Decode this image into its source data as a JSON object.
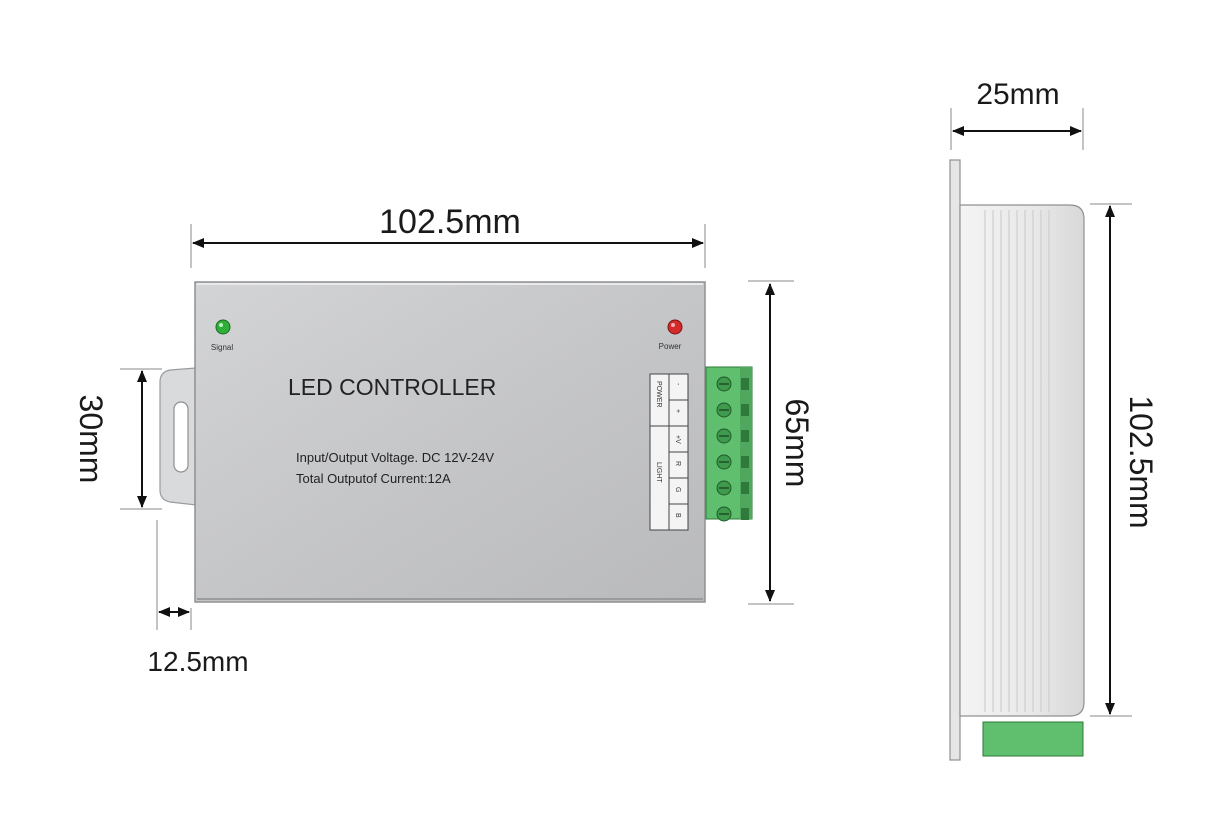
{
  "dimensions": {
    "front_width": "102.5mm",
    "front_height": "65mm",
    "bracket_height": "30mm",
    "bracket_offset": "12.5mm",
    "side_depth": "25mm",
    "side_length": "102.5mm"
  },
  "device": {
    "title": "LED CONTROLLER",
    "spec_line_1": "Input/Output Voltage. DC 12V-24V",
    "spec_line_2": "Total Outputof Current:12A",
    "led_signal_label": "Signal",
    "led_power_label": "Power",
    "terminal_group_power": "POWER",
    "terminal_group_light": "LIGHT",
    "terminal_labels": [
      "-",
      "+",
      "+V",
      "R",
      "G",
      "B"
    ]
  },
  "colors": {
    "signal_led": "#2fae3a",
    "power_led": "#d42a2a",
    "terminal_block": "#5fbf6e",
    "housing": "#c9cacc"
  }
}
